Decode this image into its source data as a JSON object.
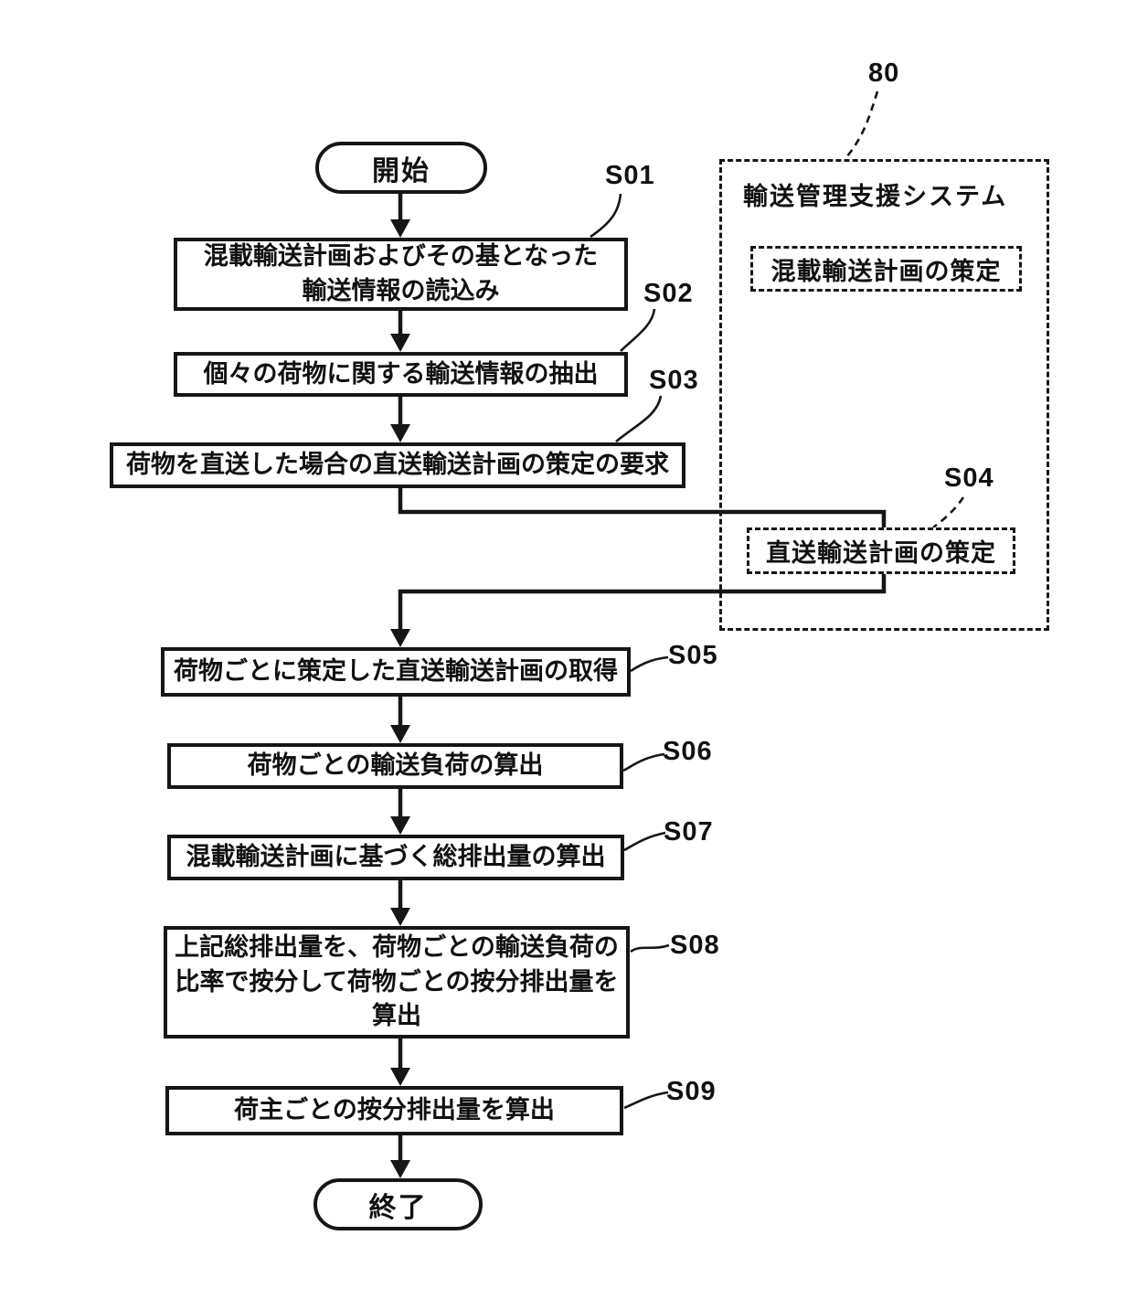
{
  "reference_number": "80",
  "system_panel": {
    "title": "輸送管理支援システム",
    "mixed_plan_box": "混載輸送計画の策定",
    "direct_plan_box": "直送輸送計画の策定",
    "direct_plan_step_id": "S04"
  },
  "flow": {
    "start_label": "開始",
    "end_label": "終了",
    "steps": [
      {
        "id": "S01",
        "line1": "混載輸送計画およびその基となった",
        "line2": "輸送情報の読込み"
      },
      {
        "id": "S02",
        "line1": "個々の荷物に関する輸送情報の抽出"
      },
      {
        "id": "S03",
        "line1": "荷物を直送した場合の直送輸送計画の策定の要求"
      },
      {
        "id": "S05",
        "line1": "荷物ごとに策定した直送輸送計画の取得"
      },
      {
        "id": "S06",
        "line1": "荷物ごとの輸送負荷の算出"
      },
      {
        "id": "S07",
        "line1": "混載輸送計画に基づく総排出量の算出"
      },
      {
        "id": "S08",
        "line1": "上記総排出量を、荷物ごとの輸送負荷の",
        "line2": "比率で按分して荷物ごとの按分排出量を",
        "line3": "算出"
      },
      {
        "id": "S09",
        "line1": "荷主ごとの按分排出量を算出"
      }
    ]
  }
}
